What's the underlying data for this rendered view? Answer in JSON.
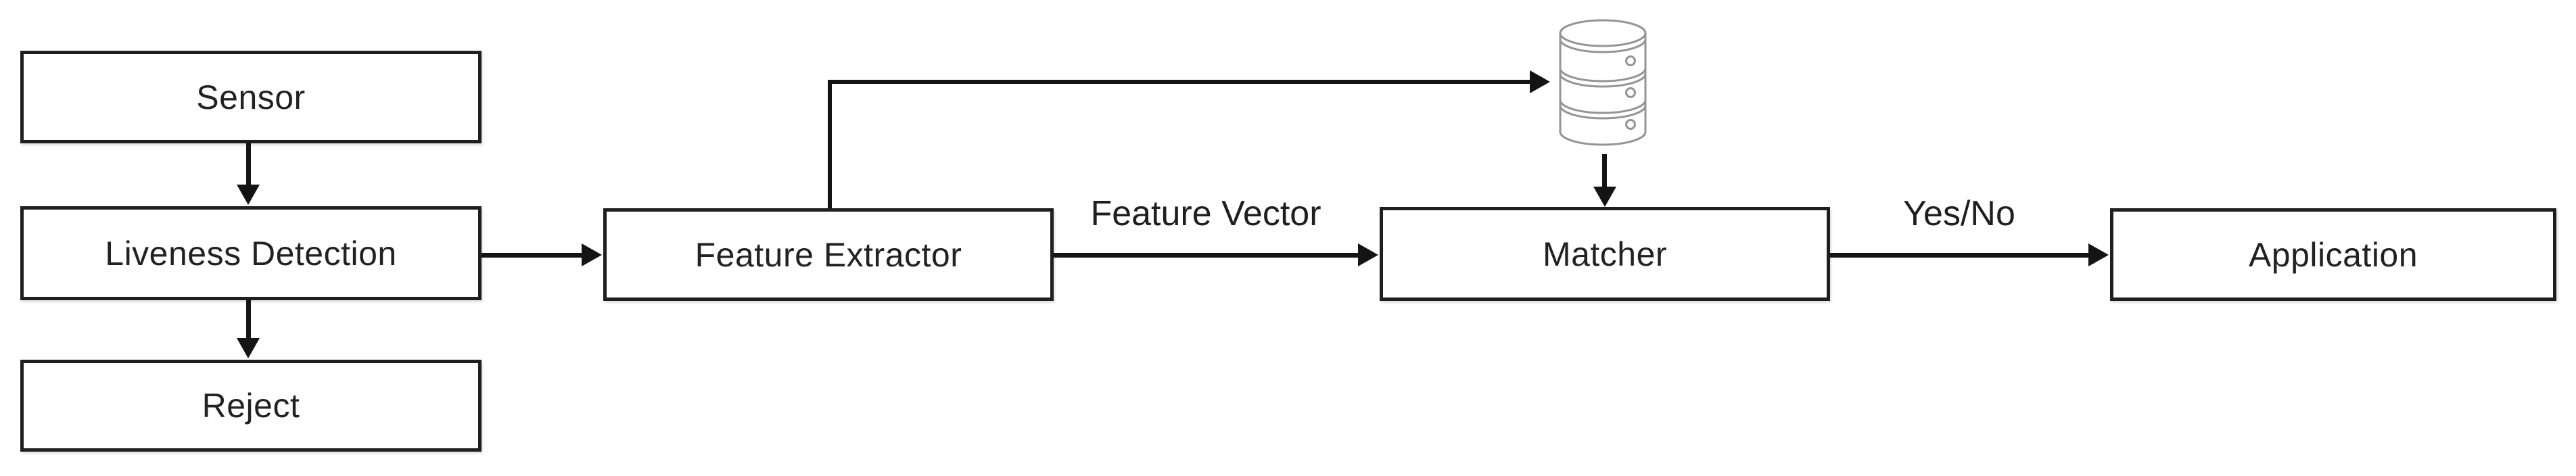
{
  "diagram": {
    "nodes": {
      "sensor": {
        "label": "Sensor"
      },
      "liveness_detection": {
        "label": "Liveness Detection"
      },
      "reject": {
        "label": "Reject"
      },
      "feature_extractor": {
        "label": "Feature Extractor"
      },
      "matcher": {
        "label": "Matcher"
      },
      "application": {
        "label": "Application"
      },
      "database": {
        "icon": "database-icon"
      }
    },
    "edge_labels": {
      "feature_vector": "Feature Vector",
      "yes_no": "Yes/No"
    },
    "edges": [
      {
        "from": "sensor",
        "to": "liveness_detection",
        "label": ""
      },
      {
        "from": "liveness_detection",
        "to": "reject",
        "label": ""
      },
      {
        "from": "liveness_detection",
        "to": "feature_extractor",
        "label": ""
      },
      {
        "from": "feature_extractor",
        "to": "database",
        "label": ""
      },
      {
        "from": "feature_extractor",
        "to": "matcher",
        "label": "Feature Vector"
      },
      {
        "from": "database",
        "to": "matcher",
        "label": ""
      },
      {
        "from": "matcher",
        "to": "application",
        "label": "Yes/No"
      }
    ],
    "colors": {
      "ink": "#141414",
      "box_border": "#1f1f1f",
      "text": "#222222",
      "database_icon_stroke": "#949494",
      "background": "#ffffff"
    }
  }
}
